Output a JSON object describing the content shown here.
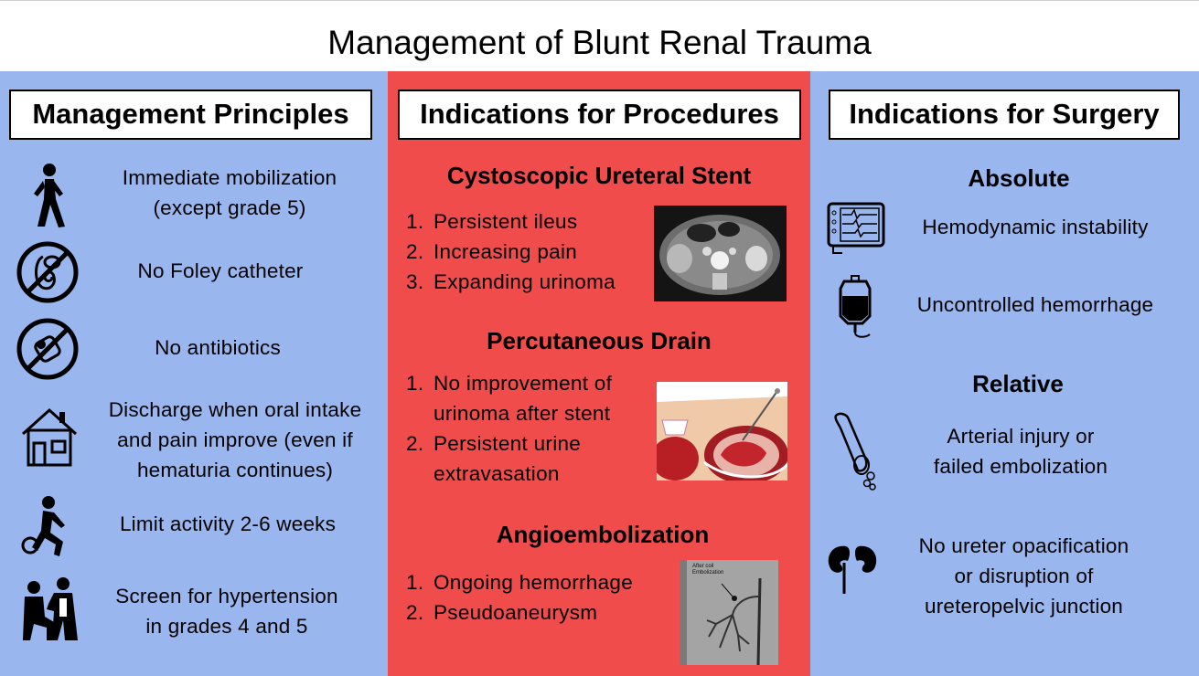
{
  "title": "Management of Blunt Renal Trauma",
  "colors": {
    "blue": "#99b6ef",
    "red": "#f04c4c"
  },
  "left": {
    "heading": "Management Principles",
    "items": [
      {
        "icon": "walking-person-icon",
        "lines": [
          "Immediate mobilization",
          "(except grade 5)"
        ]
      },
      {
        "icon": "no-catheter-icon",
        "lines": [
          "No Foley catheter"
        ]
      },
      {
        "icon": "no-antibiotics-icon",
        "lines": [
          "No antibiotics"
        ]
      },
      {
        "icon": "house-icon",
        "lines": [
          "Discharge when oral intake",
          "and pain improve (even if",
          "hematuria continues)"
        ]
      },
      {
        "icon": "running-person-icon",
        "lines": [
          "Limit activity 2-6 weeks"
        ]
      },
      {
        "icon": "doctor-patient-icon",
        "lines": [
          "Screen for hypertension",
          "in grades 4 and 5"
        ]
      }
    ]
  },
  "middle": {
    "heading": "Indications for Procedures",
    "sections": [
      {
        "title": "Cystoscopic Ureteral Stent",
        "items": [
          "Persistent ileus",
          "Increasing pain",
          "Expanding urinoma"
        ],
        "image": "ct-scan-image"
      },
      {
        "title": "Percutaneous Drain",
        "items": [
          "No improvement of",
          "urinoma after stent",
          "Persistent urine",
          "extravasation"
        ],
        "image": "drain-illustration"
      },
      {
        "title": "Angioembolization",
        "items": [
          "Ongoing hemorrhage",
          "Pseudoaneurysm"
        ],
        "image": "angiogram-image",
        "image_label": "After coil Embolization"
      }
    ]
  },
  "right": {
    "heading": "Indications for Surgery",
    "absolute_title": "Absolute",
    "absolute": [
      {
        "icon": "vital-monitor-icon",
        "lines": [
          "Hemodynamic instability"
        ]
      },
      {
        "icon": "blood-bag-icon",
        "lines": [
          "Uncontrolled hemorrhage"
        ]
      }
    ],
    "relative_title": "Relative",
    "relative": [
      {
        "icon": "artery-icon",
        "lines": [
          "Arterial injury or",
          "failed embolization"
        ]
      },
      {
        "icon": "kidney-icon",
        "lines": [
          "No ureter opacification",
          "or disruption of",
          "ureteropelvic junction"
        ]
      }
    ]
  }
}
